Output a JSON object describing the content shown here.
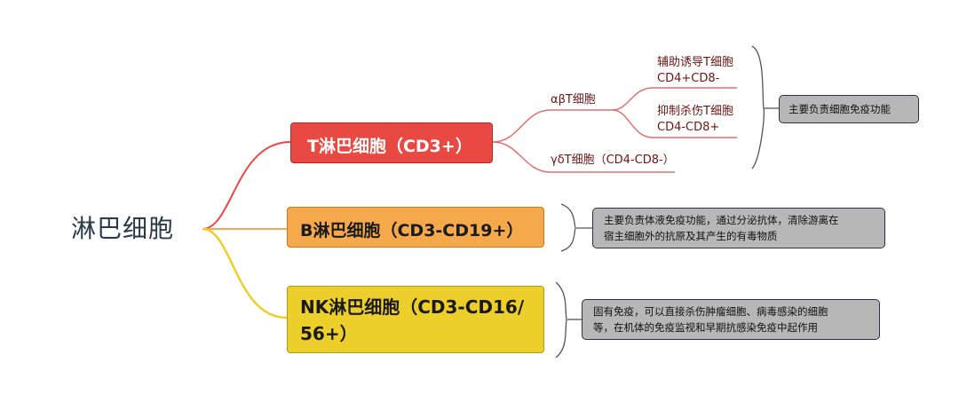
{
  "root": {
    "label": "淋巴细胞"
  },
  "t_cell": {
    "label": "T淋巴细胞（CD3+）",
    "alpha_beta": "αβT细胞",
    "helper_line1": "辅助诱导T细胞",
    "helper_line2": "CD4+CD8-",
    "suppressor_line1": "抑制杀伤T细胞",
    "suppressor_line2": "CD4-CD8+",
    "gamma_delta": "γδT细胞（CD4-CD8-）",
    "note": "主要负责细胞免疫功能"
  },
  "b_cell": {
    "label": "B淋巴细胞（CD3-CD19+）",
    "note_line1": "主要负责体液免疫功能，通过分泌抗体，清除游离在",
    "note_line2": "宿主细胞外的抗原及其产生的有毒物质"
  },
  "nk_cell": {
    "label_line1": "NK淋巴细胞（CD3-CD16/",
    "label_line2": "56+）",
    "note_line1": "固有免疫，可以直接杀伤肿瘤细胞、病毒感染的细胞",
    "note_line2": "等，在机体的免疫监视和早期抗感染免疫中起作用"
  },
  "colors": {
    "t_branch": "#e84a43",
    "b_branch": "#f5a94a",
    "nk_branch": "#eccf2a",
    "sub_branch": "#e07070",
    "note_fill": "#b7b7b7",
    "note_border": "#2c2f45"
  }
}
